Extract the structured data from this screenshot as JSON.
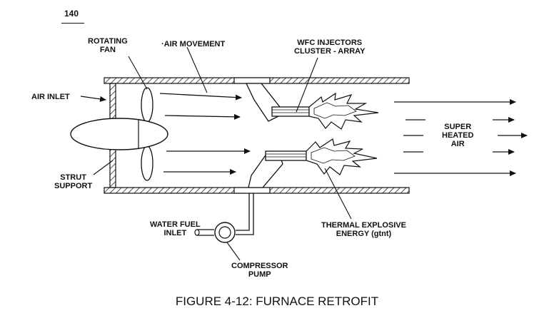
{
  "figure_number": "140",
  "caption": "FIGURE 4-12: FURNACE RETROFIT",
  "labels": {
    "rotating_fan": "ROTATING\nFAN",
    "air_movement": "·AIR MOVEMENT",
    "wfc_injectors": "WFC INJECTORS\nCLUSTER - ARRAY",
    "air_inlet": "AIR INLET",
    "strut_support": "STRUT\nSUPPORT",
    "super_heated_air": "SUPER\nHEATED\nAIR",
    "water_fuel_inlet": "WATER FUEL\nINLET",
    "thermal_explosive_energy": "THERMAL EXPLOSIVE\nENERGY (gtnt)",
    "compressor_pump": "COMPRESSOR\nPUMP"
  }
}
